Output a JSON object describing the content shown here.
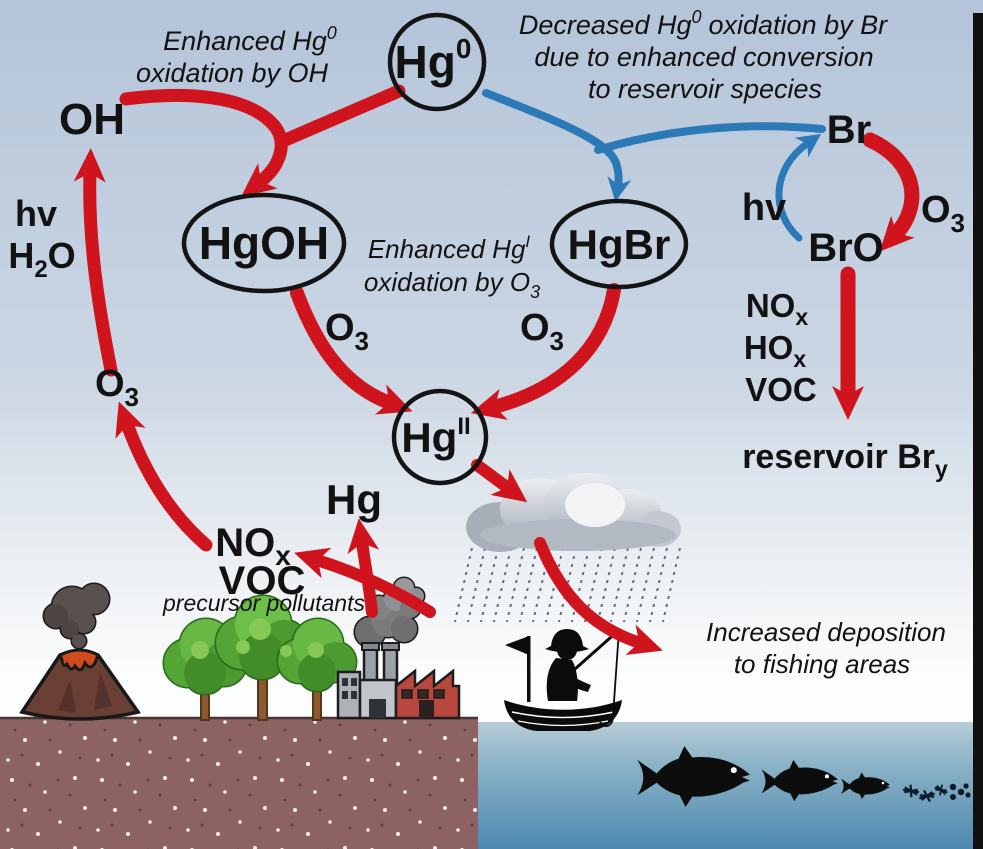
{
  "title": "Mercury atmospheric oxidation cycle diagram",
  "colors": {
    "arrow_red": "#cf141e",
    "arrow_blue": "#2b79b6",
    "text": "#121212",
    "sky_top": "#b4c4d9",
    "ocean_deep": "#4d88b0",
    "soil": "#8c6263"
  },
  "nodes": {
    "hg0": {
      "base": "Hg",
      "sup": "0"
    },
    "hgoh": {
      "label": "HgOH"
    },
    "hgbr": {
      "label": "HgBr"
    },
    "hg2": {
      "base": "Hg",
      "sup": "II"
    }
  },
  "labels": {
    "oh": "OH",
    "hv": "hv",
    "h2o": {
      "pre": "H",
      "sub": "2",
      "post": "O"
    },
    "o3": {
      "base": "O",
      "sub": "3"
    },
    "br": "Br",
    "bro": "BrO",
    "nox": {
      "base": "NO",
      "sub": "x"
    },
    "hox": {
      "base": "HO",
      "sub": "x"
    },
    "voc": "VOC",
    "reservoir_br": {
      "pre": "reservoir Br",
      "sub": "y"
    },
    "hg": "Hg"
  },
  "captions": {
    "enhanced_oh": {
      "l1a": "Enhanced Hg",
      "l1sup": "0",
      "l2": "oxidation by OH"
    },
    "decreased_br": {
      "l1a": "Decreased Hg",
      "l1sup": "0",
      "l1b": "oxidation by Br",
      "l2": "due to enhanced conversion",
      "l3": "to reservoir species"
    },
    "enhanced_o3": {
      "l1a": "Enhanced Hg",
      "l1sup": "I",
      "l2a": "oxidation by O",
      "l2sub": "3"
    },
    "precursor": "precursor pollutants",
    "deposition": {
      "l1": "Increased deposition",
      "l2": "to fishing areas"
    }
  }
}
